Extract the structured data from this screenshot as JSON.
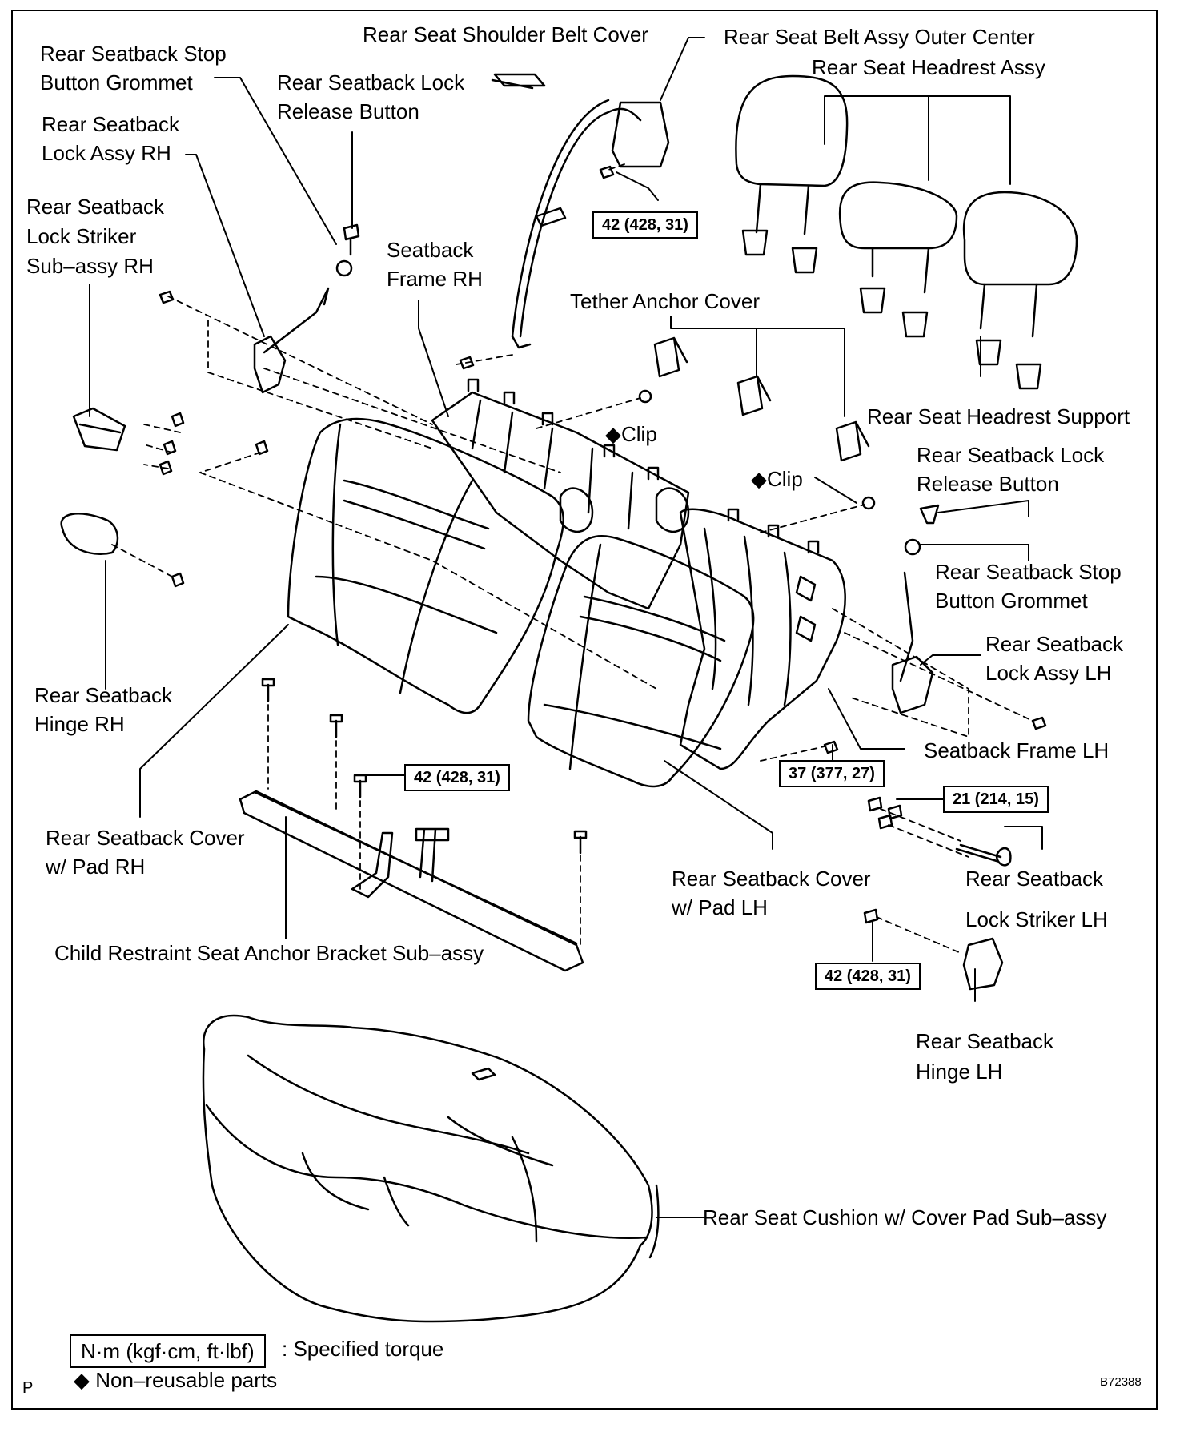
{
  "labels": {
    "shoulder_belt_cover": "Rear Seat Shoulder Belt Cover",
    "belt_outer_center": "Rear Seat Belt Assy Outer Center",
    "headrest_assy": "Rear Seat Headrest Assy",
    "stop_grommet_rh_1": "Rear Seatback Stop",
    "stop_grommet_rh_2": "Button Grommet",
    "release_button_rh_1": "Rear Seatback Lock",
    "release_button_rh_2": "Release Button",
    "lock_assy_rh_1": "Rear Seatback",
    "lock_assy_rh_2": "Lock Assy RH",
    "striker_rh_1": "Rear Seatback",
    "striker_rh_2": "Lock Striker",
    "striker_rh_3": "Sub–assy RH",
    "frame_rh_1": "Seatback",
    "frame_rh_2": "Frame RH",
    "tether_cover": "Tether Anchor Cover",
    "headrest_support": "Rear Seat Headrest Support",
    "clip_1": "◆Clip",
    "clip_2": "◆Clip",
    "release_button_lh_1": "Rear Seatback Lock",
    "release_button_lh_2": "Release Button",
    "stop_grommet_lh_1": "Rear Seatback Stop",
    "stop_grommet_lh_2": "Button Grommet",
    "lock_assy_lh_1": "Rear Seatback",
    "lock_assy_lh_2": "Lock Assy LH",
    "hinge_rh_1": "Rear  Seatback",
    "hinge_rh_2": "Hinge RH",
    "frame_lh": "Seatback Frame LH",
    "cover_rh_1": "Rear Seatback Cover",
    "cover_rh_2": "w/ Pad RH",
    "cover_lh_1": "Rear Seatback Cover",
    "cover_lh_2": "w/ Pad LH",
    "striker_lh_1": "Rear Seatback",
    "striker_lh_2": "Lock Striker LH",
    "child_anchor": "Child Restraint Seat Anchor Bracket Sub–assy",
    "hinge_lh_1": "Rear Seatback",
    "hinge_lh_2": "Hinge LH",
    "cushion": "Rear Seat Cushion w/ Cover Pad Sub–assy"
  },
  "torques": {
    "belt": "42 (428, 31)",
    "anchor": "42 (428, 31)",
    "frame_lh": "37 (377, 27)",
    "striker_lh": "21 (214, 15)",
    "hinge_lh": "42 (428, 31)"
  },
  "legend": {
    "unit_box": "N·m (kgf·cm, ft·lbf)",
    "unit_text": ": Specified torque",
    "nonreusable": "◆ Non–reusable parts"
  },
  "corner_mark": "P",
  "figure_code": "B72388"
}
